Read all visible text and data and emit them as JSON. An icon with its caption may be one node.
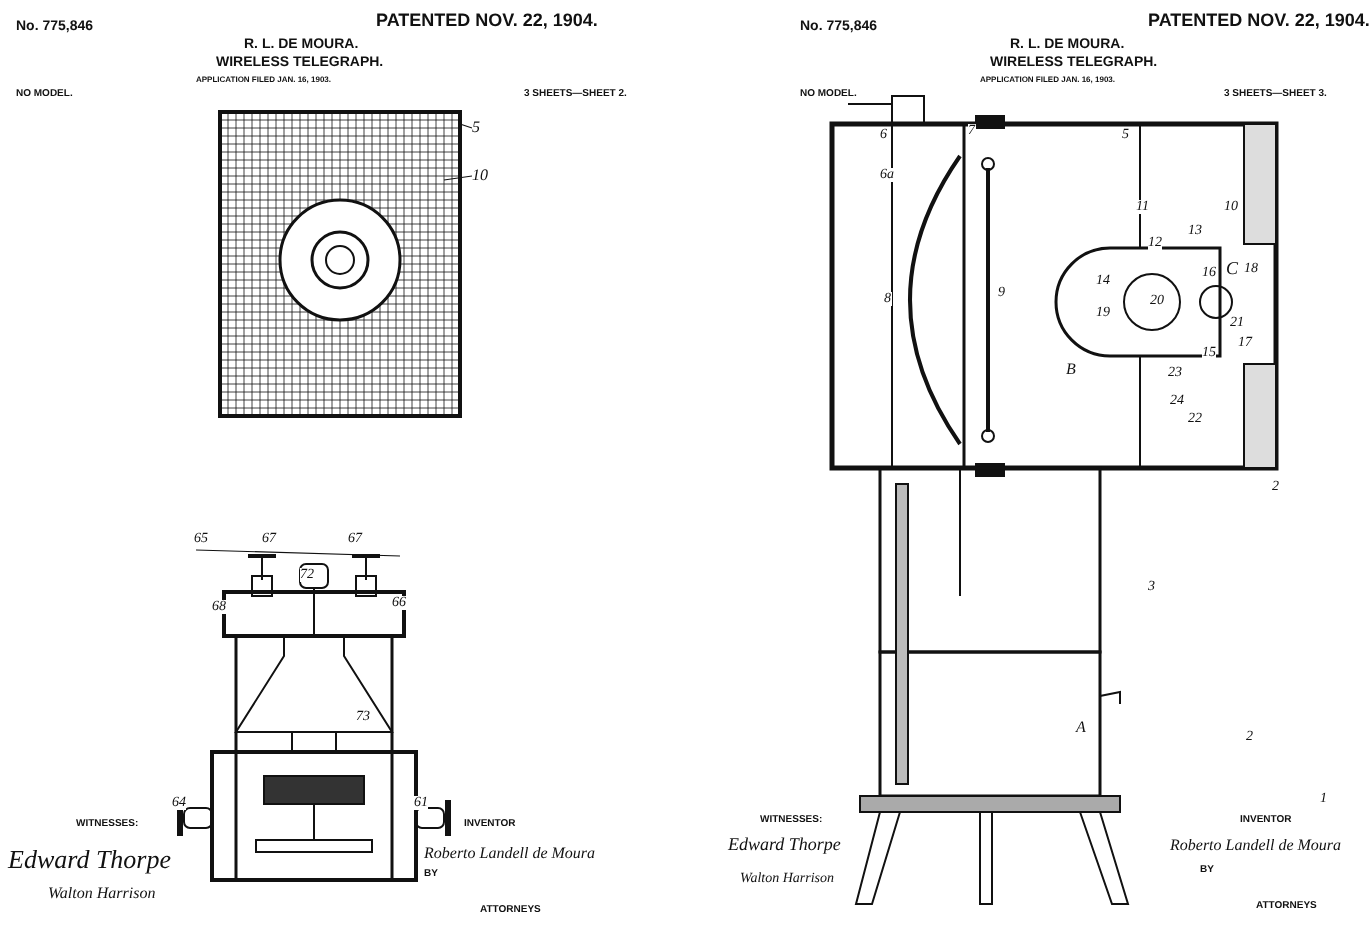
{
  "diagram": {
    "labels": [
      "No. 775,846",
      "PATENTED NOV. 22, 1904.",
      "R. L. DE MOURA.",
      "WIRELESS TELEGRAPH.",
      "APPLICATION FILED JAN. 16, 1903.",
      "NO MODEL.",
      "3 SHEETS—SHEET 2.",
      "No. 775,846",
      "PATENTED NOV. 22, 1904.",
      "R. L. DE MOURA.",
      "WIRELESS TELEGRAPH.",
      "APPLICATION FILED JAN. 16, 1903.",
      "NO MODEL.",
      "3 SHEETS—SHEET 3.",
      "5",
      "10",
      "65",
      "67",
      "67",
      "72",
      "68",
      "66",
      "73",
      "64",
      "61",
      "6",
      "7",
      "5",
      "6a",
      "8",
      "9",
      "11",
      "10",
      "12",
      "13",
      "14",
      "19",
      "20",
      "16",
      "C",
      "18",
      "21",
      "17",
      "15",
      "23",
      "24",
      "22",
      "B",
      "2",
      "3",
      "A",
      "2",
      "1",
      "WITNESSES:",
      "Edward Thorpe",
      "Walton Harrison",
      "INVENTOR",
      "Roberto Landell de Moura",
      "BY",
      "ATTORNEYS",
      "WITNESSES:",
      "Edward Thorpe",
      "Walton Harrison",
      "INVENTOR",
      "Roberto Landell de Moura",
      "BY",
      "ATTORNEYS"
    ]
  }
}
